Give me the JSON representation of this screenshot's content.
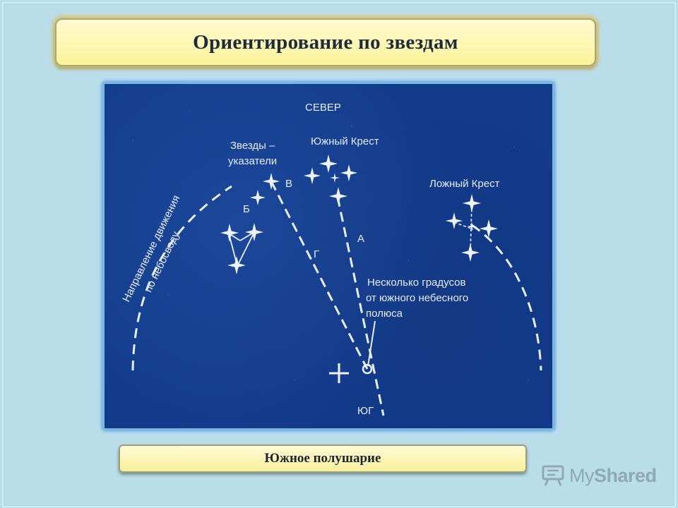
{
  "slide": {
    "title": "Ориентирование по звездам",
    "caption": "Южное полушарие",
    "watermark": {
      "brand_light": "My",
      "brand_bold": "Shared",
      "icon": "presentation-board-icon"
    }
  },
  "diagram": {
    "labels": {
      "north": "СЕВЕР",
      "southern_cross": "Южный Крест",
      "pointers_line1": "Звезды –",
      "pointers_line2": "указатели",
      "star_b": "Б",
      "star_v": "В",
      "letter_g": "Г",
      "letter_a": "А",
      "false_cross": "Ложный Крест",
      "motion_line1": "Направление движения",
      "motion_line2": "по небосводу",
      "pole_line1": "Несколько градусов",
      "pole_line2": "от южного небесного",
      "pole_line3": "полюса",
      "south": "ЮГ"
    },
    "colors": {
      "sky": "#123b8a",
      "ink": "#e4ecf8"
    }
  }
}
